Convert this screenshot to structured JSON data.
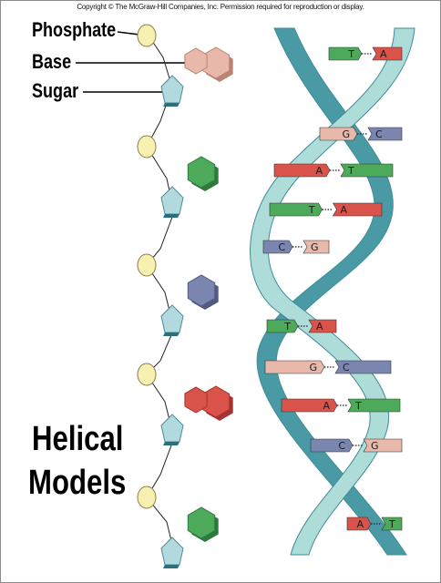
{
  "copyright": "Copyright © The McGraw-Hill Companies, Inc. Permission required for reproduction or display.",
  "labels": {
    "phosphate": "Phosphate",
    "base": "Base",
    "sugar": "Sugar"
  },
  "title": {
    "line1": "Helical",
    "line2": "Models"
  },
  "base_colors": {
    "A": "#d9534a",
    "T": "#4caa5a",
    "G": "#e8b8aa",
    "C": "#7a85b0"
  },
  "strand_colors": {
    "backbone": "#aedcd8",
    "backbone_dark": "#4a9aa6"
  },
  "base_pairs": [
    {
      "left": "",
      "right": "T",
      "far": "A"
    },
    {
      "left": "G",
      "right": "C"
    },
    {
      "left": "A",
      "right": "T"
    },
    {
      "left": "T",
      "right": "A"
    },
    {
      "left": "C",
      "right": "G"
    },
    {
      "left": "T",
      "right": "A"
    },
    {
      "left": "G",
      "right": "C"
    },
    {
      "left": "A",
      "right": "T"
    },
    {
      "left": "C",
      "right": "G"
    },
    {
      "left": "A",
      "right": "T"
    }
  ]
}
